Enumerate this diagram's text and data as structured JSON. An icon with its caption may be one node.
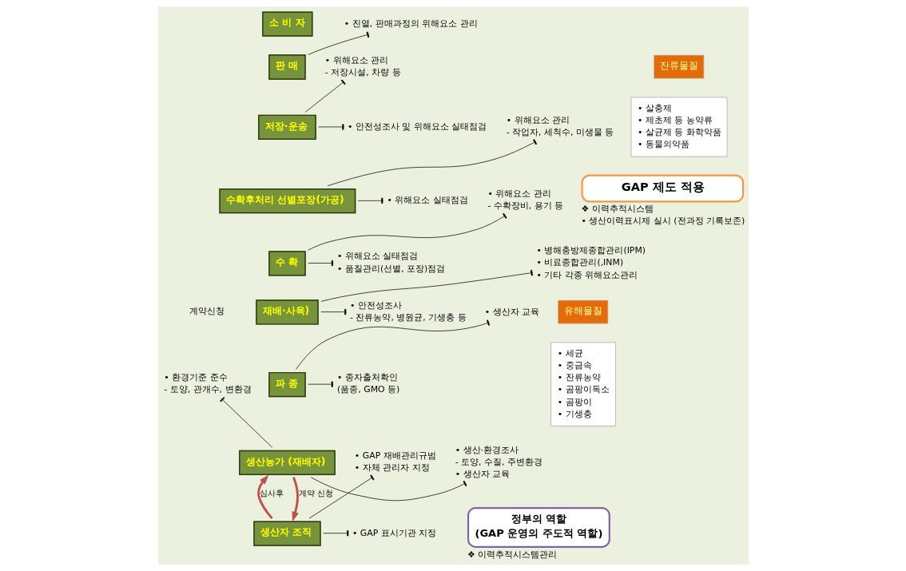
{
  "diagram": {
    "nodes": [
      {
        "text": [
          "GAP 제도 적용"
        ],
        "beside": [
          "❖ 이력추적시스템",
          "• 생산이력표시제 실시 (전과정 기록보존)"
        ]
      },
      {
        "text": [
          "유해물질"
        ]
      },
      {
        "text": [
          "• 세균",
          "• 중금속",
          "• 잔류농약",
          "• 곰팡이독소",
          "• 곰팡이",
          "• 기생충"
        ]
      },
      {
        "text": [
          "생산자 조직"
        ]
      },
      {
        "text": [
          "생산농가 (재배자)"
        ]
      },
      {
        "text": [
          "파 종"
        ]
      },
      {
        "text": [
          "재배·사육)"
        ]
      },
      {
        "text": [
          "수 확"
        ]
      },
      {
        "text": [
          "수확후처리 선별포장(가공)"
        ]
      },
      {
        "text": [
          "저장·운송"
        ]
      },
      {
        "text": [
          "판 매"
        ]
      },
      {
        "text": [
          "소 비 자"
        ]
      },
      {
        "text": [
          "잔류물질"
        ]
      },
      {
        "text": [
          "• 살충제",
          "• 제초제 등 농약류",
          "• 살균제 등 화학약품",
          "• 동물의약품"
        ]
      },
      {
        "text": [
          "정부의 역할",
          "(GAP 운영의 주도적 역할)"
        ],
        "beside": [
          "❖ 이력추적시스템관리"
        ]
      },
      {
        "text": [
          "• GAP 재배관리규범",
          "• 자체 관리자 지정"
        ]
      },
      {
        "text": [
          "• GAP 표시기관 지정"
        ]
      },
      {
        "text": [
          "• 환경기준 준수",
          "- 토양, 관개수, 변환경"
        ]
      },
      {
        "text": [
          "• 생산·환경조사",
          "- 토양, 수질, 주변환경",
          "• 생산자 교육"
        ]
      },
      {
        "text": [
          "• 생산자 교육"
        ]
      },
      {
        "text": [
          "• 종자출처확인",
          "(품종, GMO 등)"
        ]
      },
      {
        "text": [
          "• 병해충방제종합관리(IPM)",
          "• 비료종합관리(,INM)",
          "• 기타 각종 위해요소관리"
        ]
      },
      {
        "text": [
          "• 안전성조사",
          "- 잔류농약, 병원균, 기생충 등"
        ]
      },
      {
        "text": [
          "• 위해요소 관리",
          "- 수확장비, 용기 등"
        ]
      },
      {
        "text": [
          "• 위해요소 실태점검",
          "• 품질관리(선별, 포장)점검"
        ]
      },
      {
        "text": [
          "• 위해요소 관리",
          "- 작업자, 세척수, 미생물 등"
        ]
      },
      {
        "text": [
          "• 위해요소 실태점검"
        ]
      },
      {
        "text": [
          "• 위해요소 관리",
          "- 저장시설, 차량 등"
        ]
      },
      {
        "text": [
          "• 안전성조사 및 위해요소 실태점검"
        ]
      },
      {
        "text": [
          "• 진열, 판매과정의 위해요소 관리"
        ]
      }
    ],
    "edges": [
      {
        "from": 3,
        "to": 15,
        "arrow": "other"
      },
      {
        "from": 3,
        "to": 16,
        "arrow": "other"
      },
      {
        "from": 3,
        "to": 4,
        "arrow": "to",
        "label": "심사후",
        "color": "#c0504d",
        "style": "thick"
      },
      {
        "from": 4,
        "to": 3,
        "arrow": "to",
        "label": "계약 신청",
        "color": "#c0504d",
        "style": "thick"
      },
      {
        "from": 4,
        "to": 17,
        "arrow": "other"
      },
      {
        "from": 4,
        "to": 18,
        "arrow": "other"
      },
      {
        "from": 5,
        "to": 19,
        "arrow": "other"
      },
      {
        "from": 5,
        "to": 20,
        "arrow": "other"
      },
      {
        "from": 6,
        "to": 21,
        "arrow": "other"
      },
      {
        "from": 6,
        "to": 22,
        "arrow": "other"
      },
      {
        "from": 7,
        "to": 23,
        "arrow": "other"
      },
      {
        "from": 7,
        "to": 24,
        "arrow": "other"
      },
      {
        "from": 8,
        "to": 25,
        "arrow": "other"
      },
      {
        "from": 8,
        "to": 26,
        "arrow": "other"
      },
      {
        "from": 9,
        "to": 27,
        "arrow": "other"
      },
      {
        "from": 9,
        "to": 28,
        "arrow": "other"
      },
      {
        "from": 10,
        "to": 29,
        "arrow": "other"
      }
    ],
    "labels": [
      "계약신청"
    ]
  }
}
